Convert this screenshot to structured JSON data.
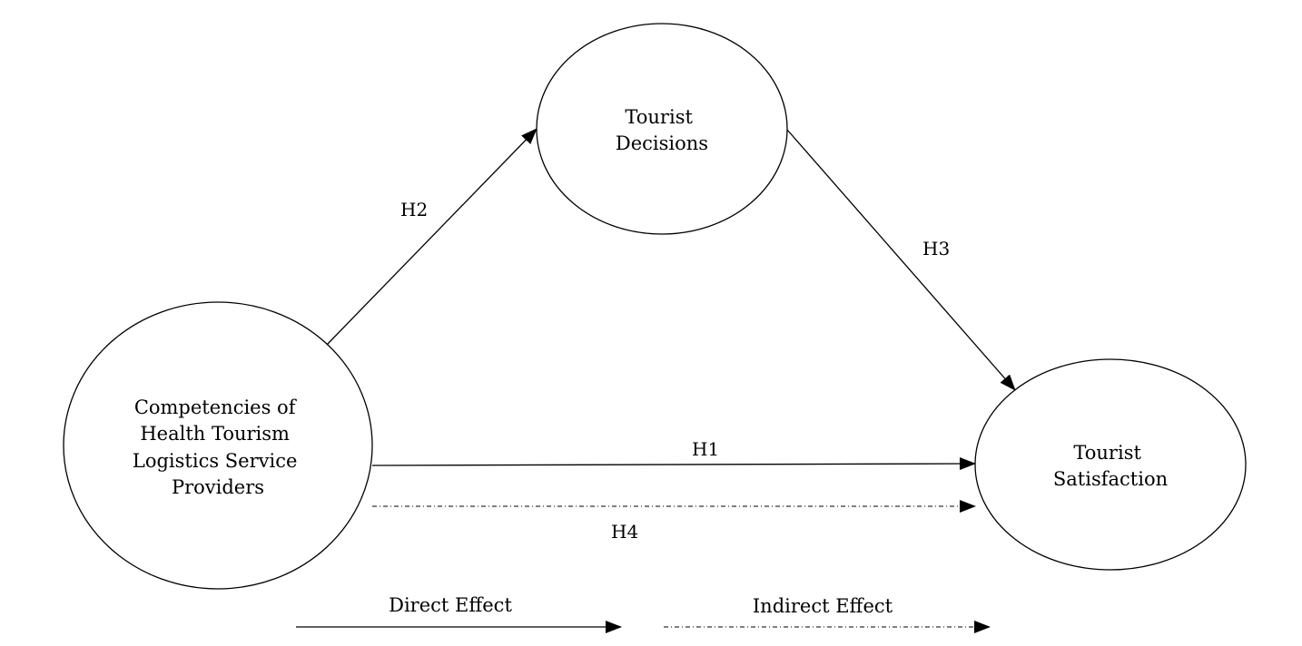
{
  "nodes": {
    "competencies": {
      "lines": [
        "Competencies of",
        "Health Tourism",
        "Logistics Service",
        "Providers"
      ]
    },
    "decisions": {
      "lines": [
        "Tourist",
        "Decisions"
      ]
    },
    "satisfaction": {
      "lines": [
        "Tourist",
        "Satisfaction"
      ]
    }
  },
  "edges": {
    "h1": {
      "label": "H1",
      "from": "Competencies of Health Tourism Logistics Service Providers",
      "to": "Tourist Satisfaction",
      "style": "direct"
    },
    "h2": {
      "label": "H2",
      "from": "Competencies of Health Tourism Logistics Service Providers",
      "to": "Tourist Decisions",
      "style": "direct"
    },
    "h3": {
      "label": "H3",
      "from": "Tourist Decisions",
      "to": "Tourist Satisfaction",
      "style": "direct"
    },
    "h4": {
      "label": "H4",
      "from": "Competencies of Health Tourism Logistics Service Providers",
      "to": "Tourist Satisfaction",
      "style": "indirect"
    }
  },
  "legend": {
    "direct": "Direct Effect",
    "indirect": "Indirect Effect"
  },
  "colors": {
    "line": "#000000",
    "background": "#ffffff"
  }
}
